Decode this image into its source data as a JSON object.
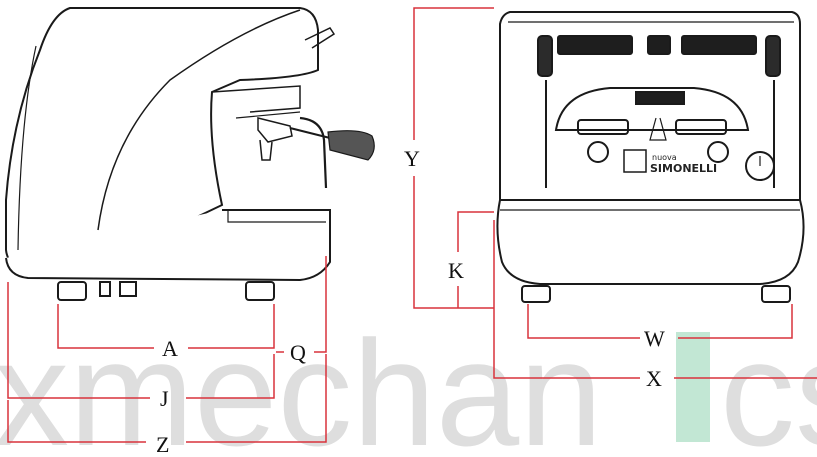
{
  "watermark": "xmechan",
  "watermark_tail": "cs",
  "dimensions": {
    "A": "A",
    "Q": "Q",
    "J": "J",
    "Z": "Z",
    "Y": "Y",
    "K": "K",
    "W": "W",
    "X": "X"
  },
  "brand": {
    "line1": "nuova",
    "line2": "SIMONELLI"
  },
  "colors": {
    "dimension_line": "#d9323c",
    "outline": "#1a1a1a",
    "watermark": "#dedede",
    "watermark_accent": "#8fd3b0"
  }
}
